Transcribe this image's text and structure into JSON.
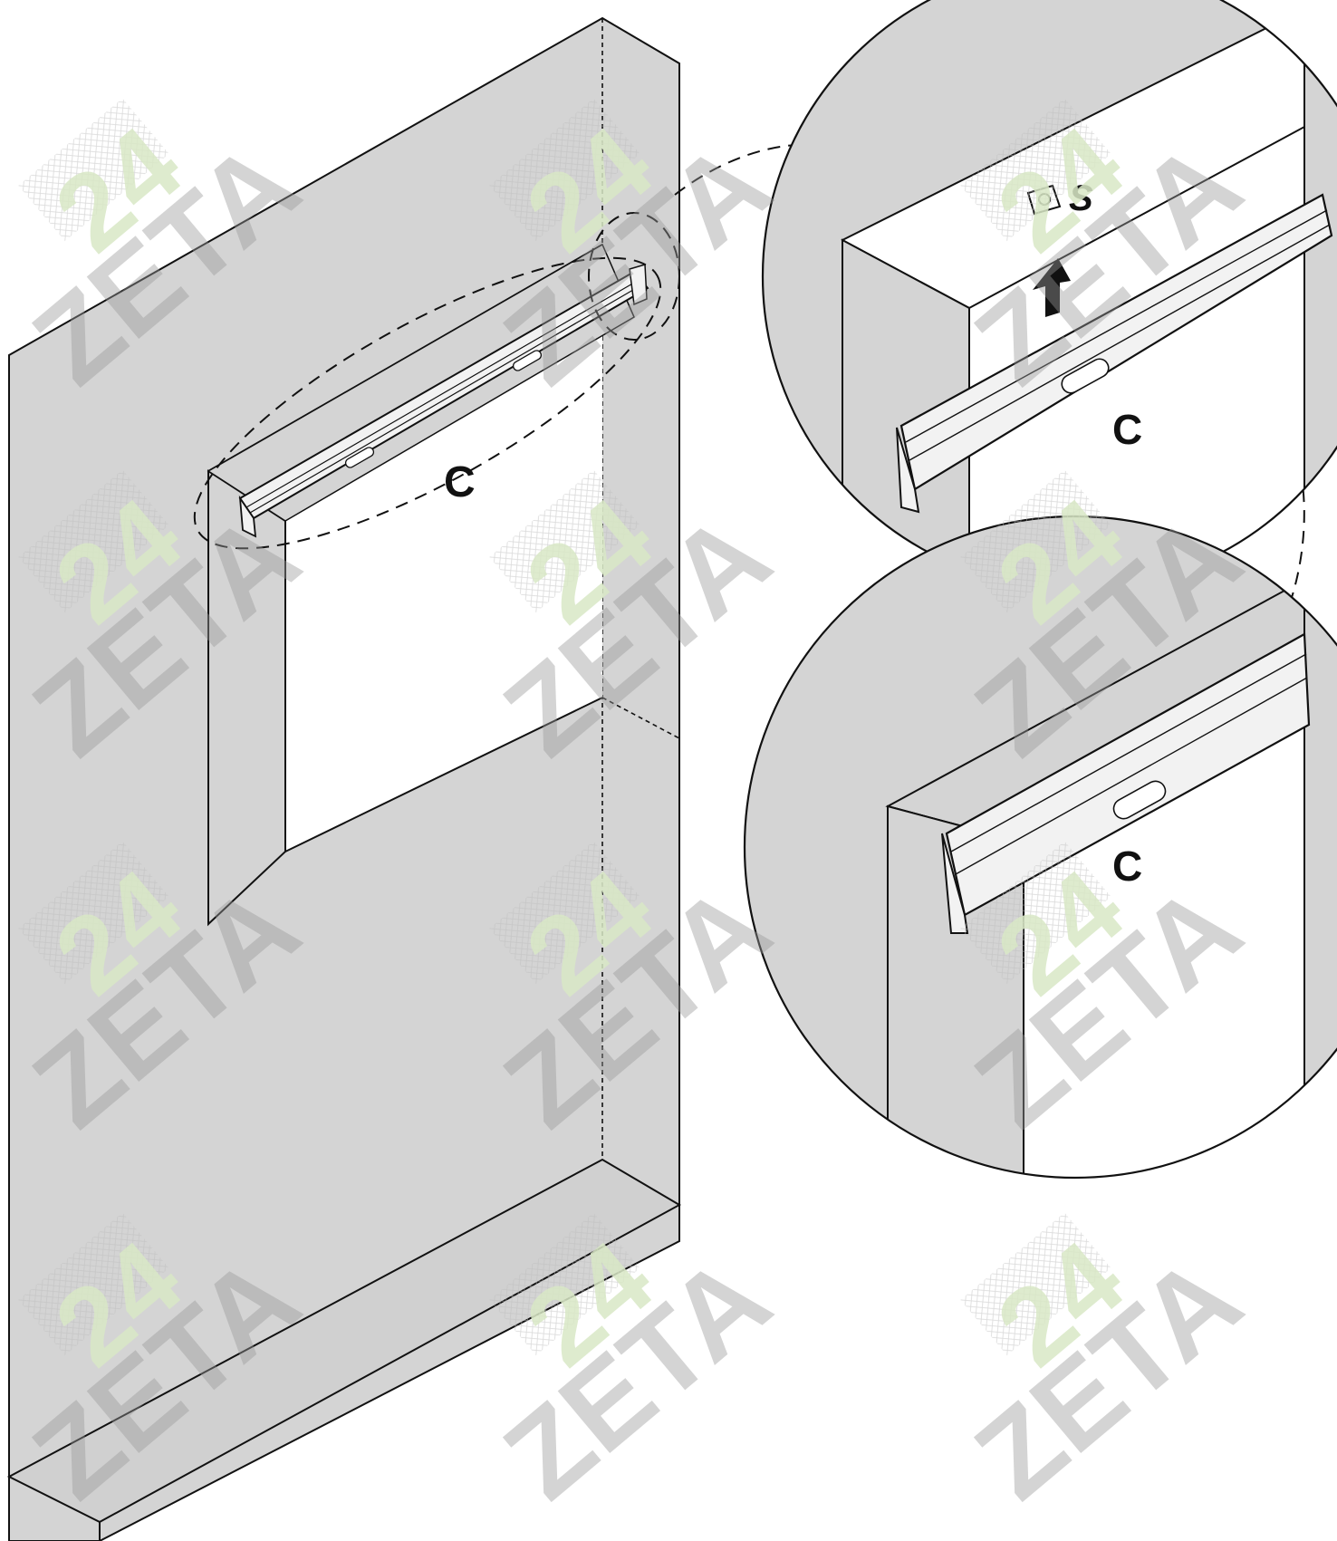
{
  "diagram": {
    "main_label": "C",
    "detail_top_label": "C",
    "detail_bottom_label": "C",
    "screw_symbol": "S",
    "colors": {
      "wall": "#d4d4d4",
      "opening": "#ffffff",
      "line": "#111111",
      "rail": "#f2f2f2"
    }
  },
  "watermark": {
    "brand": "ZETA",
    "number": "24",
    "text_color": "#9a9a9a",
    "number_color": "#d9e8c6"
  }
}
